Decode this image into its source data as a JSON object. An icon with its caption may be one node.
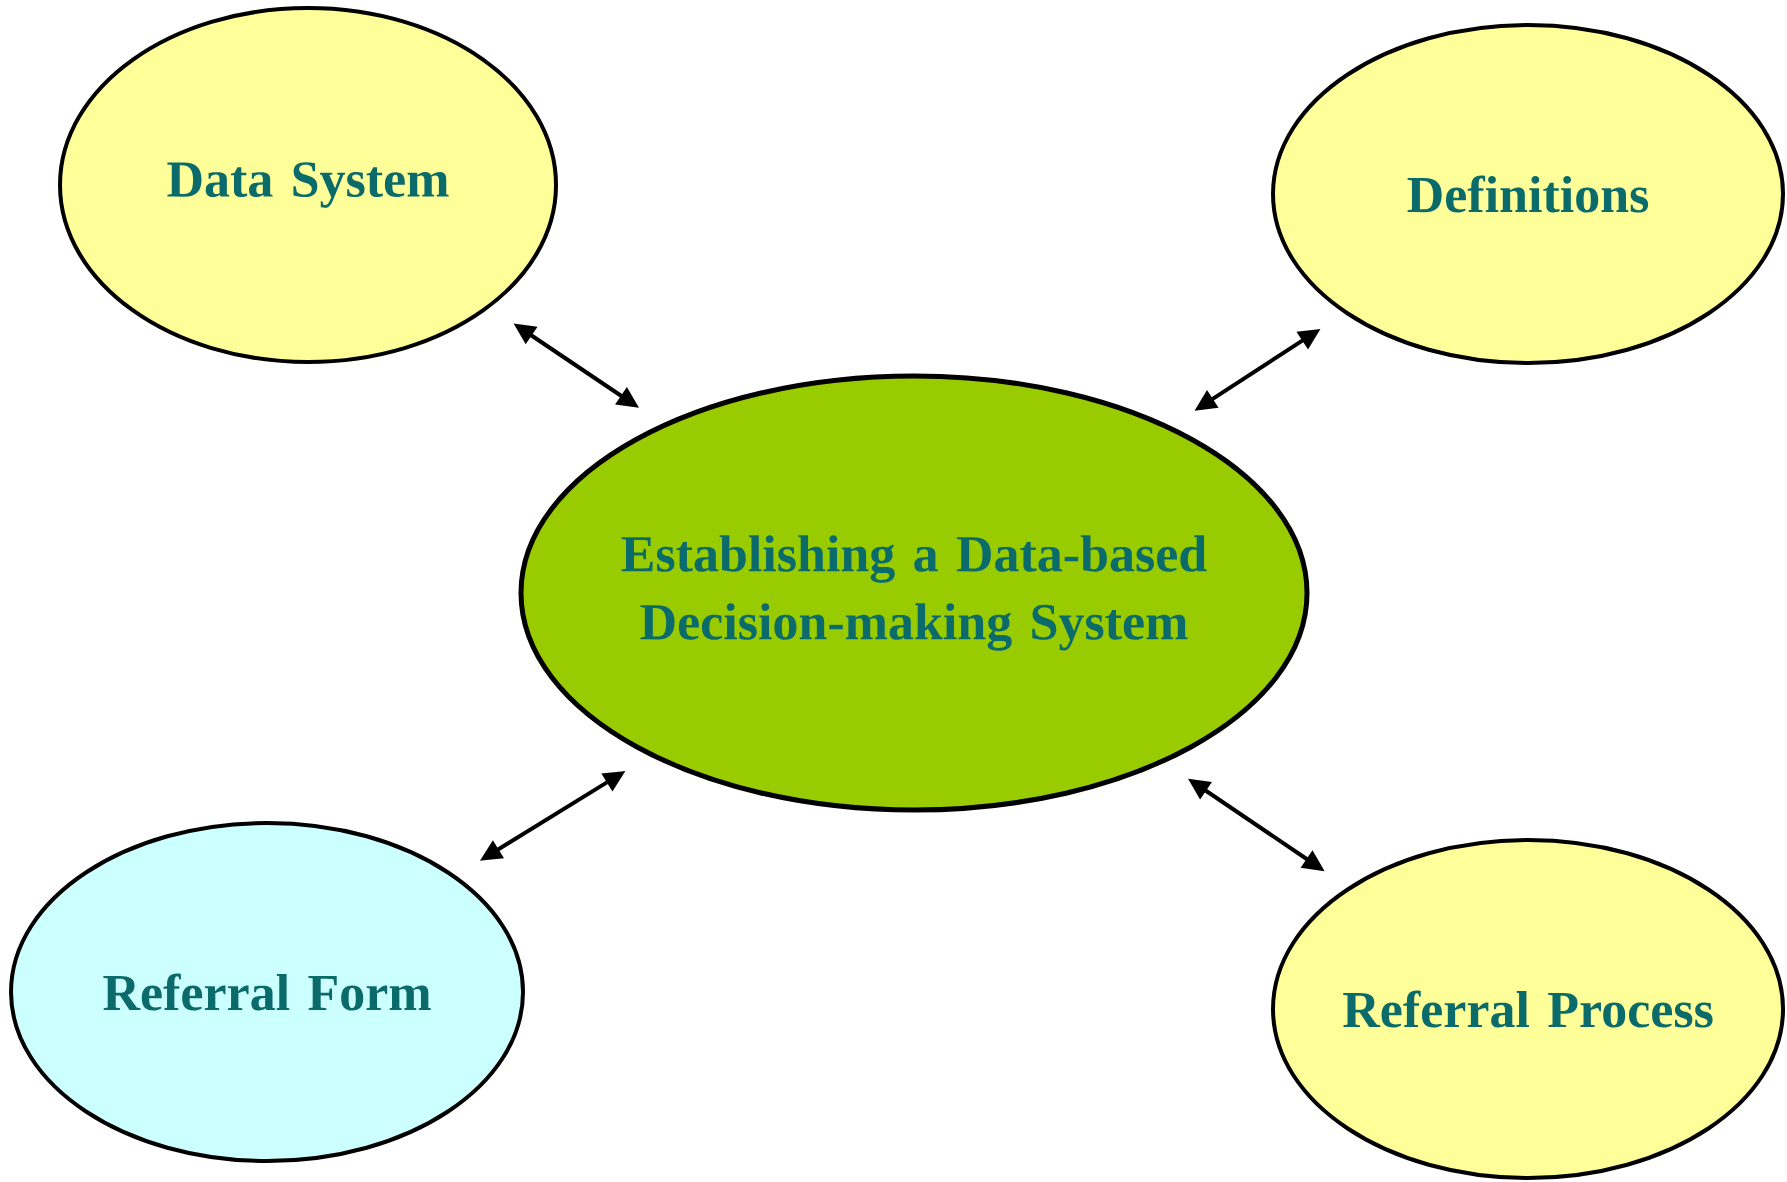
{
  "diagram": {
    "nodes": [
      {
        "text": [
          "Data System"
        ]
      },
      {
        "text": [
          "Definitions"
        ]
      },
      {
        "text": [
          "Establishing a Data-based Decision-making System"
        ]
      },
      {
        "text": [
          "Referral Form"
        ]
      },
      {
        "text": [
          "Referral Process"
        ]
      }
    ],
    "edges": [
      {
        "from": 2,
        "to": 0,
        "arrow": "both"
      },
      {
        "from": 2,
        "to": 1,
        "arrow": "both"
      },
      {
        "from": 2,
        "to": 3,
        "arrow": "both"
      },
      {
        "from": 2,
        "to": 4,
        "arrow": "both"
      }
    ]
  }
}
